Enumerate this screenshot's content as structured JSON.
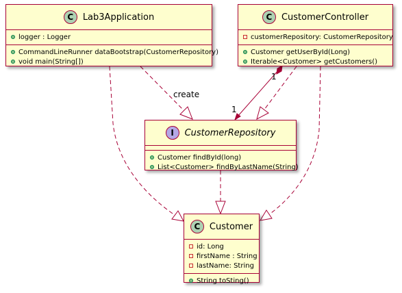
{
  "classes": {
    "lab3": {
      "stereotype": "C",
      "name": "Lab3Application",
      "fields": [
        {
          "visibility": "public",
          "text": "logger : Logger"
        }
      ],
      "methods": [
        {
          "visibility": "public",
          "text": "CommandLineRunner dataBootstrap(CustomerRepository)"
        },
        {
          "visibility": "public",
          "text": "void main(String[])"
        }
      ]
    },
    "controller": {
      "stereotype": "C",
      "name": "CustomerController",
      "fields": [
        {
          "visibility": "private",
          "text": "customerRepository: CustomerRepository"
        }
      ],
      "methods": [
        {
          "visibility": "public",
          "text": "Customer getUserById(Long)"
        },
        {
          "visibility": "public",
          "text": "Iterable<Customer> getCustomers()"
        }
      ]
    },
    "repository": {
      "stereotype": "I",
      "name": "CustomerRepository",
      "methods": [
        {
          "visibility": "public",
          "text": "Customer findById(long)"
        },
        {
          "visibility": "public",
          "text": "List<Customer> findByLastName(String)"
        }
      ]
    },
    "customer": {
      "stereotype": "C",
      "name": "Customer",
      "fields": [
        {
          "visibility": "private",
          "text": "id: Long"
        },
        {
          "visibility": "private",
          "text": "firstName : String"
        },
        {
          "visibility": "private",
          "text": "lastName: String"
        }
      ],
      "methods": [
        {
          "visibility": "public",
          "text": "String toSting()"
        }
      ]
    }
  },
  "relations": {
    "create_label": "create",
    "composition_source_multiplicity": "1",
    "composition_target_multiplicity": "1"
  },
  "colors": {
    "class_fill": "#FEFECE",
    "class_border": "#A80036",
    "class_circle": "#ADD1B2",
    "interface_circle": "#B4A7E5",
    "public_marker": "#84BE84",
    "private_marker": "#C82930"
  }
}
